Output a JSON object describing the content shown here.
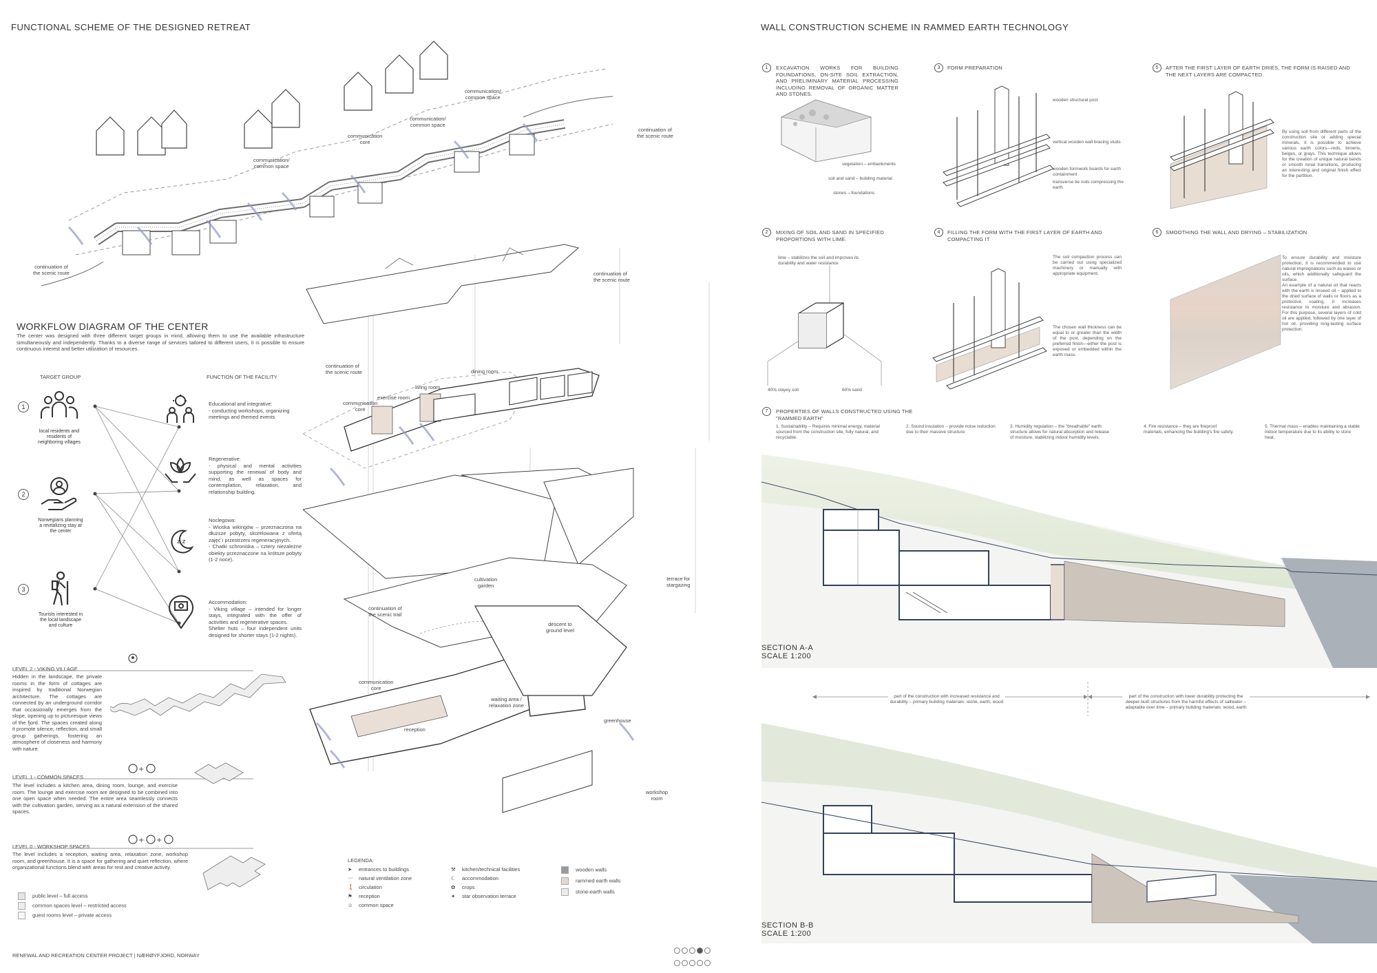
{
  "left": {
    "title": "FUNCTIONAL SCHEME OF THE DESIGNED RETREAT",
    "scheme_labels": {
      "cont_left": "continuation of\nthe scenic route",
      "cont_right": "continuation of\nthe scenic route",
      "comm1": "communication/\ncommon space",
      "comm2": "communication\ncore",
      "comm3": "communication/\ncommon space",
      "comm4": "communication/\ncommon space"
    },
    "workflow": {
      "title": "WORKFLOW DIAGRAM OF THE CENTER",
      "intro": "The center was designed with three different target groups in mind, allowing them to use the available infrastructure simultaneously and independently. Thanks to a diverse range of services tailored to different users, it is possible to ensure continuous interest and better utilization of resources.",
      "col_target": "TARGET GROUP",
      "col_function": "FUNCTION OF THE FACILITY",
      "groups": [
        {
          "num": "1",
          "text": "local residents and\nresidents of\nneighboring villages"
        },
        {
          "num": "2",
          "text": "Norwegians planning\na revitalizing stay at\nthe center"
        },
        {
          "num": "3",
          "text": "Tourists interested in\nthe local landscape\nand culture"
        }
      ],
      "functions": [
        {
          "text": "Educational and integrative:\n- conducting workshops, organizing meetings and themed events"
        },
        {
          "text": "Regenerative:\n- physical and mental activities supporting the renewal of body and mind, as well as spaces for contemplation, relaxation, and relationship building."
        },
        {
          "text": "Noclegowa:\n- Wioska wikingów – przeznaczona na dłuższe pobyty, skorelowana z ofertą zajęć i przestrzeni regeneracyjnych.\n- Chatki schroniska – cztery niezależne obiekty przeznaczone na krótsze pobyty (1-2 noce)."
        },
        {
          "text": "Accommodation:\n- Viking village – intended for longer stays, integrated with the offer of activities and regenerative spaces.\nShelter huts – four independent units designed for shorter stays (1-2 nights)."
        }
      ]
    },
    "levels": [
      {
        "title": "LEVEL 2 - VIKING VILLAGE",
        "text": "Hidden in the landscape, the private rooms in the form of cottages are inspired by traditional Norwegian architecture. The cottages are connected by an underground corridor that occasionally emerges from the slope, opening up to picturesque views of the fjord. The spaces created along it promote silence, reflection, and small group gatherings, fostering an atmosphere of closeness and harmony with nature."
      },
      {
        "title": "LEVEL 1 - COMMON SPACES",
        "text": "The level includes a kitchen area, dining room, lounge, and exercise room. The lounge and exercise room are designed to be combined into one open space when needed. The entire area seamlessly connects with the cultivation garden, serving as a natural extension of the shared spaces."
      },
      {
        "title": "LEVEL 0 - WORKSHOP SPACES",
        "text": "The level includes a reception, waiting area, relaxation zone, workshop room, and greenhouse. It is a space for gathering and quiet reflection, where organizational functions blend with areas for rest and creative activity."
      }
    ],
    "access_legend": [
      {
        "label": "public level – full access",
        "color": "#e4e4e4"
      },
      {
        "label": "common spaces level – restricted access",
        "color": "#eeeeee"
      },
      {
        "label": "guest rooms level – private access",
        "color": "#f6f6f6"
      }
    ],
    "footer": "RENEWAL AND RECREATION CENTER PROJECT | NÆRØYFJORD, NORWAY"
  },
  "axo": {
    "labels": {
      "cont_top": "continuation of\nthe scenic route",
      "cont_mid": "continuation of\nthe scenic route",
      "comm_core1": "communication\ncore",
      "exercise": "exercise room",
      "living": "living room",
      "dining": "dining room",
      "cultivation": "cultivation\ngarden",
      "terrace": "terrace for\nstargazing",
      "cont_trail": "continuation of\nthe scenic trail",
      "descent": "descent to\nground level",
      "comm_core2": "communication\ncore",
      "waiting": "waiting area /\nrelaxation zone",
      "greenhouse": "greenhouse",
      "reception": "reception",
      "workshop": "workshop\nroom"
    },
    "legend": {
      "title": "LEGENDA:",
      "items": [
        {
          "label": "entrances to buildings",
          "icon": "arrow-icon"
        },
        {
          "label": "natural ventilation zone",
          "icon": "wave-icon"
        },
        {
          "label": "circulation",
          "icon": "walker-icon"
        },
        {
          "label": "reception",
          "icon": "reception-icon"
        },
        {
          "label": "common space",
          "icon": "group-icon"
        },
        {
          "label": "kitchen/technical facilities",
          "icon": "tools-icon"
        },
        {
          "label": "accommodation",
          "icon": "moon-icon"
        },
        {
          "label": "crops",
          "icon": "sprout-icon"
        },
        {
          "label": "star observation terrace",
          "icon": "star-icon"
        },
        {
          "label": "wooden walls",
          "color": "#9a9a9a"
        },
        {
          "label": "rammed earth walls",
          "color": "#e4d8cf"
        },
        {
          "label": "stone-earth walls",
          "color": "#ececec"
        }
      ]
    }
  },
  "right": {
    "title": "WALL CONSTRUCTION SCHEME IN RAMMED EARTH TECHNOLOGY",
    "steps": [
      {
        "num": "1",
        "title": "EXCAVATION WORKS FOR BUILDING FOUNDATIONS, ON-SITE SOIL EXTRACTION, AND PRELIMINARY MATERIAL PROCESSING INCLUDING REMOVAL OF ORGANIC MATTER AND STONES.",
        "labels": [
          "vegetation – embankments",
          "soil and sand – building material",
          "stones – foundations"
        ]
      },
      {
        "num": "3",
        "title": "FORM PREPARATION",
        "labels": [
          "wooden structural post",
          "vertical wooden wall bracing studs",
          "wooden formwork boards for earth containment",
          "transverse tie rods compressing the earth"
        ]
      },
      {
        "num": "5",
        "title": "AFTER THE FIRST LAYER OF EARTH DRIES, THE FORM IS RAISED AND THE NEXT LAYERS ARE COMPACTED.",
        "labels": [
          "By using soil from different parts of the construction site or adding special minerals, it is possible to achieve various earth colors—reds, browns, beiges, or grays. This technique allows for the creation of unique natural bands or smooth tonal transitions, producing an interesting and original finish effect for the partition."
        ]
      },
      {
        "num": "2",
        "title": "MIXING OF SOIL AND SAND IN SPECIFIED PROPORTIONS WITH LIME.",
        "labels": [
          "lime – stabilizes the soil and improves its durability and water resistance",
          "40% clayey soil",
          "60% sand"
        ]
      },
      {
        "num": "4",
        "title": "FILLING THE FORM WITH THE FIRST LAYER OF EARTH AND COMPACTING IT",
        "labels": [
          "The soil compaction process can be carried out using specialized machinery or manually with appropriate equipment.",
          "The chosen wall thickness can be equal to or greater than the width of the post, depending on the preferred finish—either the post is exposed or embedded within the earth mass."
        ]
      },
      {
        "num": "6",
        "title": "SMOOTHING THE WALL AND DRYING – STABILIZATION",
        "labels": [
          "To ensure durability and moisture protection, it is recommended to use natural impregnations such as waxes or oils, which additionally safeguard the surface.\nAn example of a natural oil that reacts with the earth is linseed oil – applied to the dried surface of walls or floors as a protective coating, it increases resistance to moisture and abrasion. For this purpose, several layers of cold oil are applied, followed by one layer of hot oil, providing long-lasting surface protection."
        ]
      }
    ],
    "properties": {
      "num": "7",
      "title": "PROPERTIES OF WALLS CONSTRUCTED USING THE \"RAMMED EARTH\"",
      "items": [
        "1. Sustainability – Requires minimal energy, material sourced from the construction site, fully natural, and recyclable.",
        "2. Sound insulation – provide noise reduction due to their massive structure",
        "3. Humidity regulation – the \"breathable\" earth structure allows for natural absorption and release of moisture, stabilizing indoor humidity levels.",
        "4. Fire resistance – they are fireproof materials, enhancing the building's fire safety.",
        "5. Thermal mass – enables maintaining a stable indoor temperature due to its ability to store heat."
      ]
    },
    "section_a": {
      "title": "SECTION A-A",
      "scale": "SCALE 1:200"
    },
    "section_b": {
      "title": "SECTION B-B",
      "scale": "SCALE 1:200"
    },
    "durability_left": "part of the construction with increased resistance and durability – primary building materials: stone, earth, wood",
    "durability_right": "part of the construction with lower durability protecting the deeper-built structures from the harmful effects of saltwater – adaptable over time – primary building materials: wood, earth"
  },
  "pager": {
    "total": 10,
    "active": 3
  }
}
